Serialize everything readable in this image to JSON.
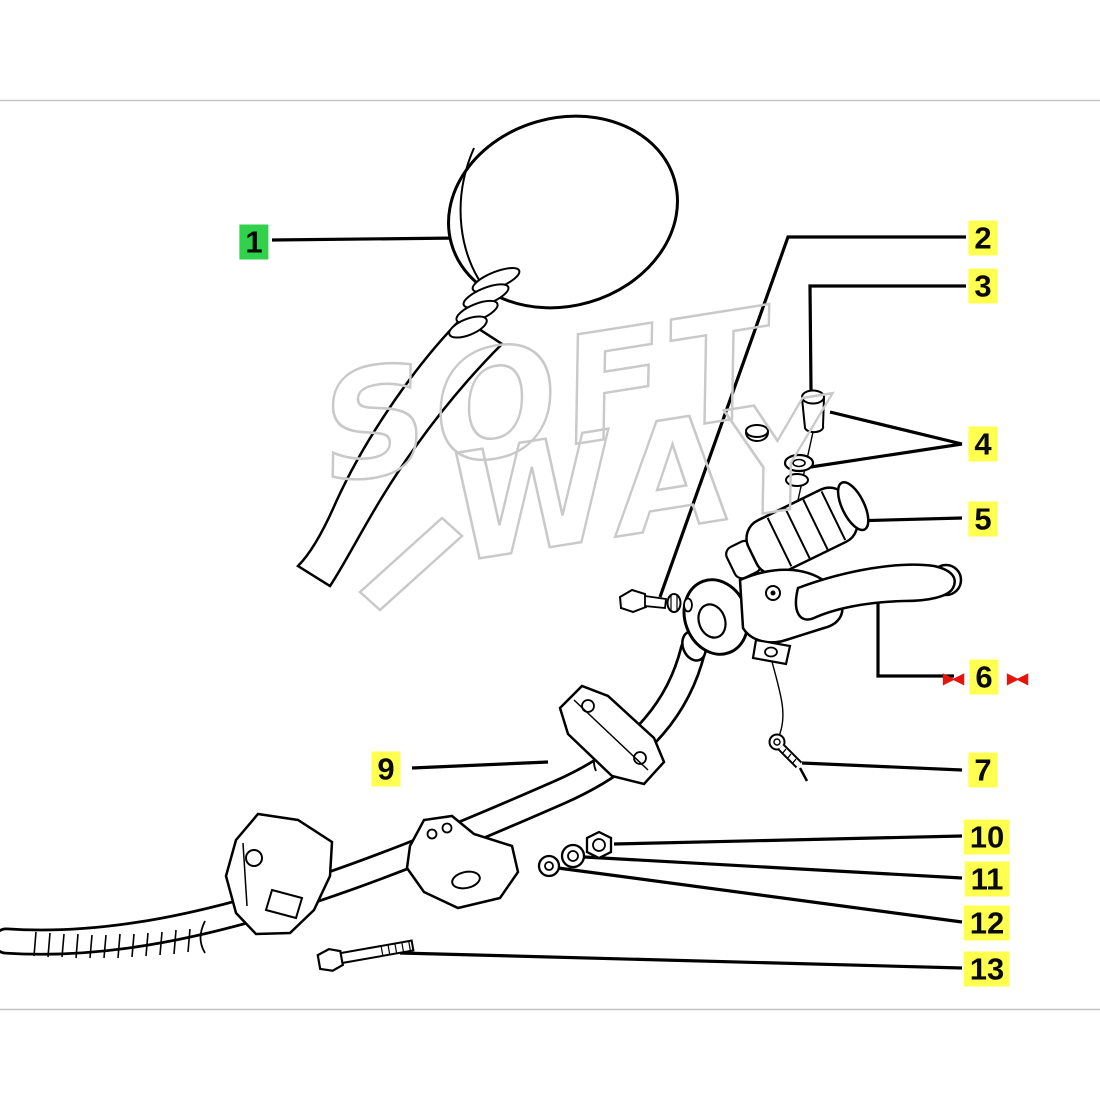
{
  "watermark": {
    "line1": "SOFT",
    "line2": "WAY"
  },
  "colors": {
    "highlight_green": "#2fd24a",
    "highlight_yellow": "#ffff4f",
    "marker_red": "#e8130a",
    "diagram_ink": "#000000",
    "watermark_gray": "#c9c9c9"
  },
  "markers": {
    "selected_part_glyph": "▶◀"
  },
  "callouts": [
    {
      "label": "1",
      "highlight": "green"
    },
    {
      "label": "2",
      "highlight": "yellow"
    },
    {
      "label": "3",
      "highlight": "yellow"
    },
    {
      "label": "4",
      "highlight": "yellow"
    },
    {
      "label": "5",
      "highlight": "yellow"
    },
    {
      "label": "6",
      "highlight": "yellow",
      "selected": true
    },
    {
      "label": "7",
      "highlight": "yellow"
    },
    {
      "label": "9",
      "highlight": "yellow"
    },
    {
      "label": "10",
      "highlight": "yellow"
    },
    {
      "label": "11",
      "highlight": "yellow"
    },
    {
      "label": "12",
      "highlight": "yellow"
    },
    {
      "label": "13",
      "highlight": "yellow"
    }
  ]
}
